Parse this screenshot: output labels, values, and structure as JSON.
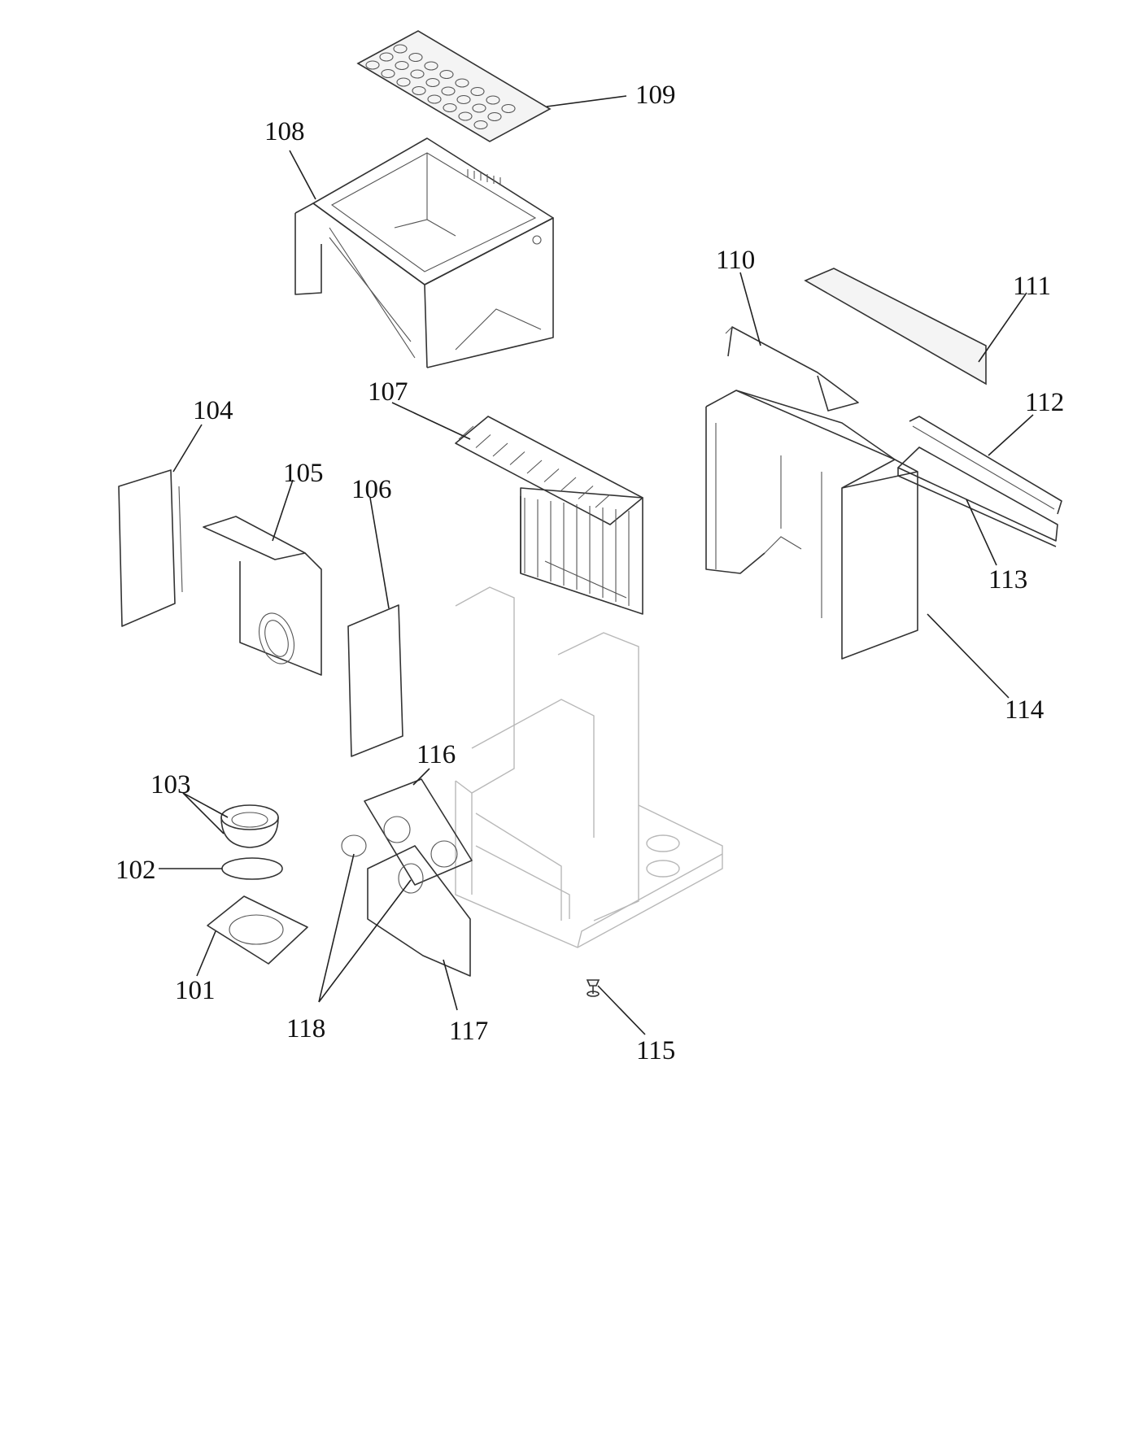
{
  "diagram": {
    "parts": [
      {
        "id": "p101",
        "label": "101"
      },
      {
        "id": "p102",
        "label": "102"
      },
      {
        "id": "p103",
        "label": "103"
      },
      {
        "id": "p104",
        "label": "104"
      },
      {
        "id": "p105",
        "label": "105"
      },
      {
        "id": "p106",
        "label": "106"
      },
      {
        "id": "p107",
        "label": "107"
      },
      {
        "id": "p108",
        "label": "108"
      },
      {
        "id": "p109",
        "label": "109"
      },
      {
        "id": "p110",
        "label": "110"
      },
      {
        "id": "p111",
        "label": "111"
      },
      {
        "id": "p112",
        "label": "112"
      },
      {
        "id": "p113",
        "label": "113"
      },
      {
        "id": "p114",
        "label": "114"
      },
      {
        "id": "p115",
        "label": "115"
      },
      {
        "id": "p116",
        "label": "116"
      },
      {
        "id": "p117",
        "label": "117"
      },
      {
        "id": "p118",
        "label": "118"
      }
    ]
  }
}
